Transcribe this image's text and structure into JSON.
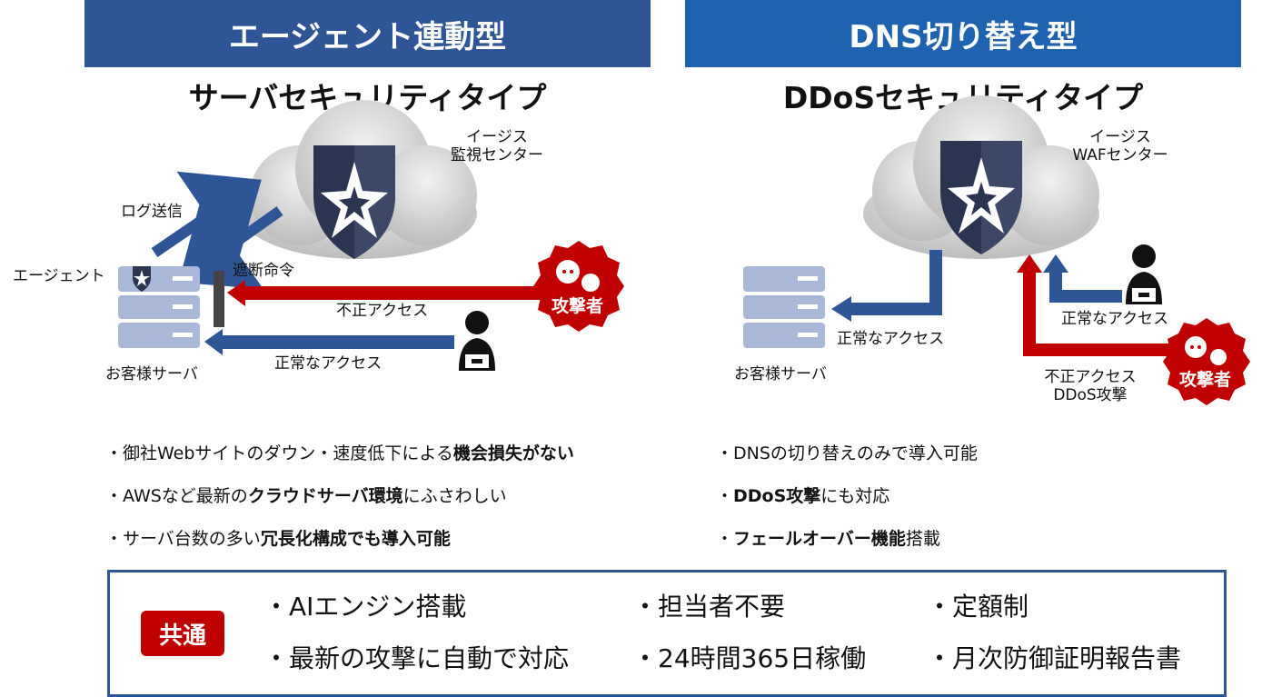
{
  "left": {
    "header": "エージェント連動型",
    "subtitle": "サーバセキュリティタイプ",
    "cloud_label_1": "イージス",
    "cloud_label_2": "監視センター",
    "log_label": "ログ送信",
    "agent_label": "エージェント",
    "block_label": "遮断命令",
    "unauthorized_label": "不正アクセス",
    "normal_label": "正常なアクセス",
    "server_label": "お客様サーバ",
    "attacker_label": "攻撃者",
    "bullets": [
      {
        "pre": "・御社Webサイトのダウン・速度低下による",
        "bold": "機会損失がない",
        "post": ""
      },
      {
        "pre": "・AWSなど最新の",
        "bold": "クラウドサーバ環境",
        "post": "にふさわしい"
      },
      {
        "pre": "・サーバ台数の多い",
        "bold": "冗長化構成でも導入可能",
        "post": ""
      }
    ]
  },
  "right": {
    "header": "DNS切り替え型",
    "subtitle": "DDoSセキュリティタイプ",
    "cloud_label_1": "イージス",
    "cloud_label_2": "WAFセンター",
    "normal_label_top": "正常なアクセス",
    "normal_label_server": "正常なアクセス",
    "server_label": "お客様サーバ",
    "unauthorized_label_1": "不正アクセス",
    "unauthorized_label_2": "DDoS攻撃",
    "attacker_label": "攻撃者",
    "bullets": [
      {
        "pre": "・DNSの切り替えのみで導入可能",
        "bold": "",
        "post": ""
      },
      {
        "pre": "・",
        "bold": "DDoS攻撃",
        "post": "にも対応"
      },
      {
        "pre": "・",
        "bold": "フェールオーバー機能",
        "post": "搭載"
      }
    ]
  },
  "common": {
    "badge": "共通",
    "items": [
      "・AIエンジン搭載",
      "・担当者不要",
      "・定額制",
      "・最新の攻撃に自動で対応",
      "・24時間365日稼働",
      "・月次防御証明報告書"
    ]
  },
  "colors": {
    "navy": "#2e5596",
    "blue": "#1f63b0",
    "red": "#c00000",
    "server": "#a9b8d9",
    "cloud": "#c8c8c8"
  }
}
